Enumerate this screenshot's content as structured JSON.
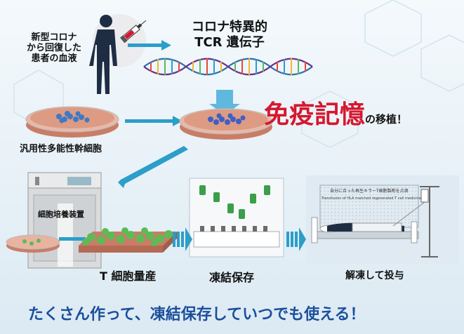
{
  "labels": {
    "patient": [
      "新型コロナ",
      "から回復した",
      "患者の血液"
    ],
    "gene": [
      "コロナ特異的",
      "TCR 遺伝子"
    ],
    "memory_big": "免疫記憶",
    "memory_suffix": "の移植！",
    "ips": "汎用性多能性幹細胞",
    "incubator": "細胞培養装置",
    "t_cell": "T 細胞量産",
    "frozen": "凍結保存",
    "thaw": "解凍して投与",
    "bottom": "たくさん作って、凍結保存していつでも使える！",
    "screen_title": "自分に合った再生キラーT細胞製剤を点滴",
    "screen_sub": "Transfusion of HLA matched regenerated T cell medicine"
  },
  "colors": {
    "accent_blue": "#2b9ec9",
    "memory_red": "#d6172f",
    "bottom_text": "#1b4f9c",
    "dish_pink": "#d98b72",
    "cell_green": "#5dbb55"
  }
}
